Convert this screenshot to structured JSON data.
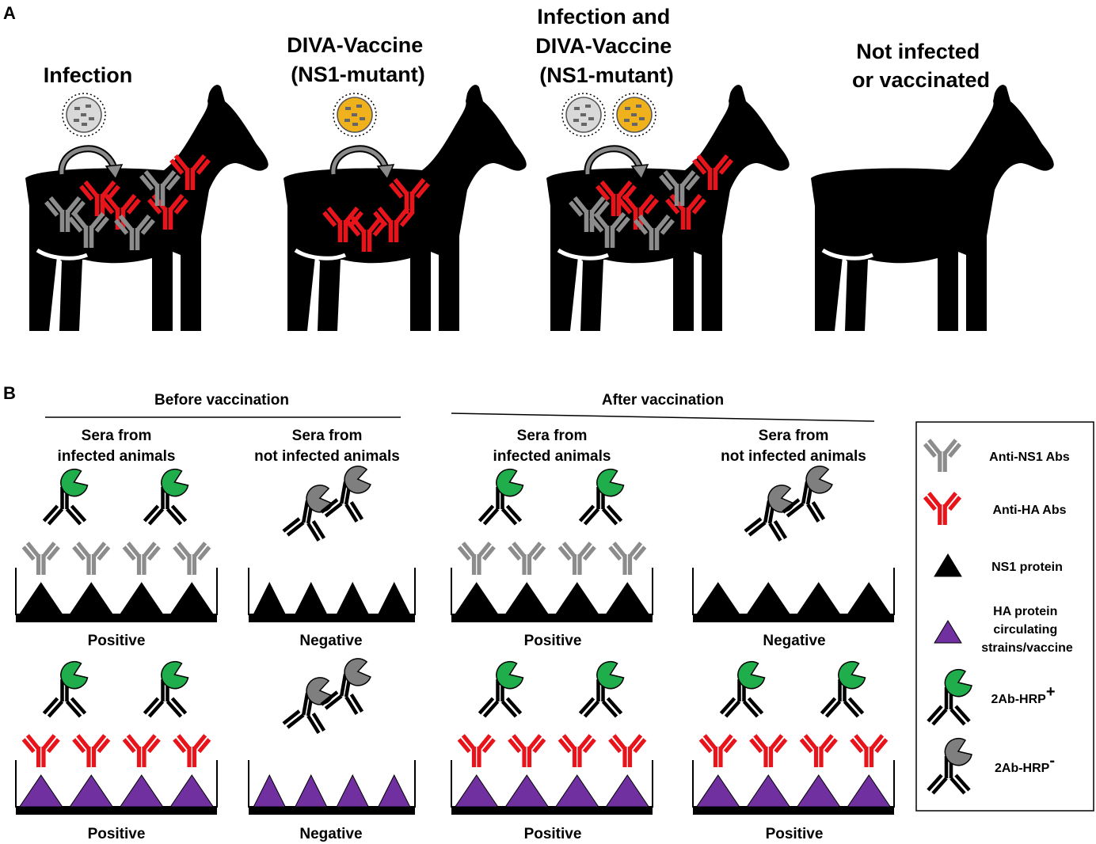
{
  "panels": {
    "a": "A",
    "b": "B"
  },
  "scenarios": [
    {
      "id": "infection",
      "lines": [
        "Infection"
      ]
    },
    {
      "id": "diva",
      "lines": [
        "DIVA-Vaccine",
        "(NS1-mutant)"
      ]
    },
    {
      "id": "both",
      "lines": [
        "Infection and",
        "DIVA-Vaccine",
        "(NS1-mutant)"
      ]
    },
    {
      "id": "none",
      "lines": [
        "Not infected",
        "or vaccinated"
      ]
    }
  ],
  "sections": {
    "before": "Before vaccination",
    "after": "After vaccination"
  },
  "columns": [
    {
      "lines": [
        "Sera from",
        "infected animals"
      ]
    },
    {
      "lines": [
        "Sera from",
        "not infected animals"
      ]
    },
    {
      "lines": [
        "Sera from",
        "infected animals"
      ]
    },
    {
      "lines": [
        "Sera from",
        "not infected animals"
      ]
    }
  ],
  "results": {
    "ns1_row": [
      "Positive",
      "Negative",
      "Positive",
      "Negative"
    ],
    "ha_row": [
      "Positive",
      "Negative",
      "Positive",
      "Positive"
    ]
  },
  "legend": [
    {
      "icon": "gray-antibody-icon",
      "label": "Anti-NS1 Abs"
    },
    {
      "icon": "red-antibody-icon",
      "label": "Anti-HA Abs"
    },
    {
      "icon": "black-triangle-icon",
      "label": "NS1 protein"
    },
    {
      "icon": "purple-triangle-icon",
      "lines": [
        "HA protein",
        "circulating",
        "strains/vaccine"
      ]
    },
    {
      "icon": "green-hrp-antibody-icon",
      "label": "2Ab-HRP",
      "sup": "+"
    },
    {
      "icon": "gray-hrp-antibody-icon",
      "label": "2Ab-HRP",
      "sup": "-"
    }
  ],
  "colors": {
    "anti_ns1": "#8c8c8c",
    "anti_ha": "#e8141b",
    "ns1_protein": "#000000",
    "ha_protein": "#7030a0",
    "hrp_positive": "#1fae4b",
    "hrp_negative": "#7f7f7f",
    "virus_wild": "#d9d9d9",
    "virus_vaccine": "#f0b21c"
  }
}
